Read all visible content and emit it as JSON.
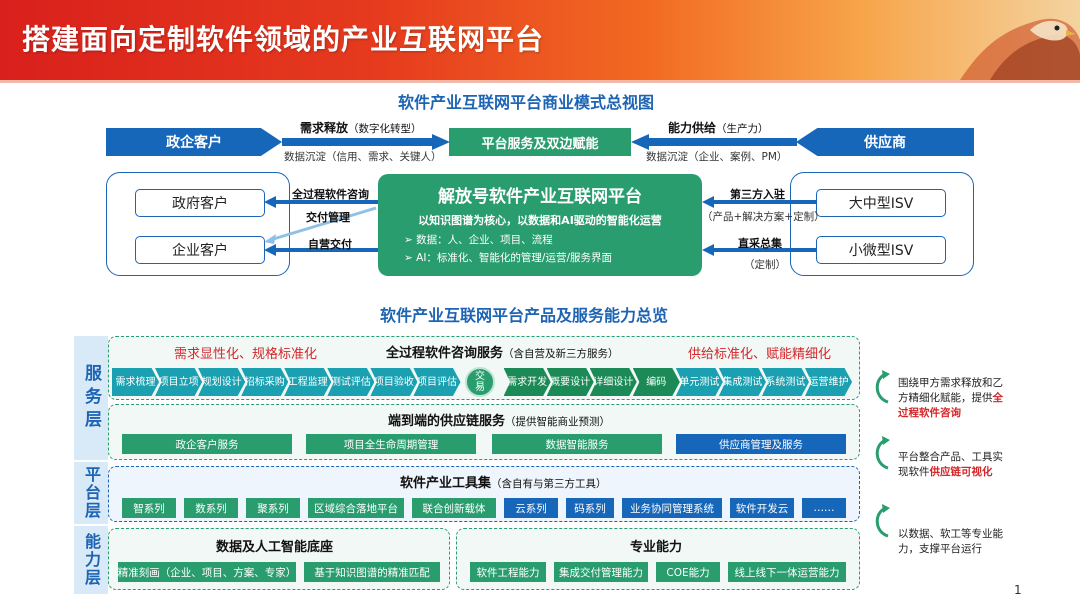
{
  "header": {
    "title": "搭建面向定制软件领域的产业互联网平台"
  },
  "business_model": {
    "title": "软件产业互联网平台商业模式总视图",
    "left_arrow": "政企客户",
    "right_arrow": "供应商",
    "center_box": "平台服务及双边赋能",
    "demand_label": "需求释放",
    "demand_note": "（数字化转型）",
    "demand_data": "数据沉淀（信用、需求、关键人）",
    "supply_label": "能力供给",
    "supply_note": "（生产力）",
    "supply_data": "数据沉淀（企业、案例、PM）",
    "clients": [
      "政府客户",
      "企业客户"
    ],
    "isv": [
      "大中型ISV",
      "小微型ISV"
    ],
    "left_flows": [
      "全过程软件咨询",
      "交付管理",
      "自营交付"
    ],
    "right_flows": {
      "third_party": "第三方入驻",
      "third_party_note": "（产品+解决方案+定制）",
      "direct": "直采总集",
      "direct_note": "（定制）"
    },
    "platform": {
      "title": "解放号软件产业互联网平台",
      "subtitle": "以知识图谱为核心，以数据和AI驱动的智能化运营",
      "bullets": [
        "➢  数据：人、企业、项目、流程",
        "➢  AI：标准化、智能化的管理/运营/服务界面"
      ]
    }
  },
  "capability": {
    "title": "软件产业互联网平台产品及服务能力总览",
    "service_layer": "服务层",
    "platform_layer": "平台层",
    "ability_layer": "能力层",
    "consult": {
      "left_red": "需求显性化、规格标准化",
      "title": "全过程软件咨询服务",
      "title_note": "（含自营及新三方服务）",
      "right_red": "供给标准化、赋能精细化",
      "left_steps": [
        "需求\n梳理",
        "项目\n立项",
        "规划\n设计",
        "招标\n采购",
        "工程\n监理",
        "测试\n评估",
        "项目\n验收",
        "项目\n评估"
      ],
      "trade": "交\n易",
      "right_steps": [
        "需求\n开发",
        "概要\n设计",
        "详细\n设计",
        "编码",
        "单元\n测试",
        "集成\n测试",
        "系统\n测试",
        "运营\n维护"
      ]
    },
    "supply_chain": {
      "title": "端到端的供应链服务",
      "title_note": "（提供智能商业预测）",
      "items": [
        "政企客户服务",
        "项目全生命周期管理",
        "数据智能服务",
        "供应商管理及服务"
      ]
    },
    "toolset": {
      "title": "软件产业工具集",
      "title_note": "（含自有与第三方工具）",
      "green_items": [
        "智系列",
        "数系列",
        "聚系列",
        "区域综合落地平台",
        "联合创新载体"
      ],
      "blue_items": [
        "云系列",
        "码系列",
        "业务协同管理系统",
        "软件开发云",
        "……"
      ]
    },
    "data_ai": {
      "title": "数据及人工智能底座",
      "items": [
        "精准刻画（企业、项目、方案、专家）",
        "基于知识图谱的精准匹配"
      ]
    },
    "pro": {
      "title": "专业能力",
      "items": [
        "软件工程能力",
        "集成交付管理能力",
        "COE能力",
        "线上线下一体运营能力"
      ]
    },
    "notes": [
      {
        "text": "围绕甲方需求释放和乙方精细化赋能，提供",
        "highlight": "全过程软件咨询"
      },
      {
        "text": "平台整合产品、工具实现软件",
        "highlight": "供应链可视化"
      },
      {
        "text": "以数据、软工等专业能力，支撑平台运行",
        "highlight": ""
      }
    ]
  },
  "page_number": "1",
  "colors": {
    "brand_blue": "#1666ba",
    "brand_green": "#2a9d6f",
    "accent_red": "#d3272a",
    "step_teal": "#1aa0b0"
  }
}
